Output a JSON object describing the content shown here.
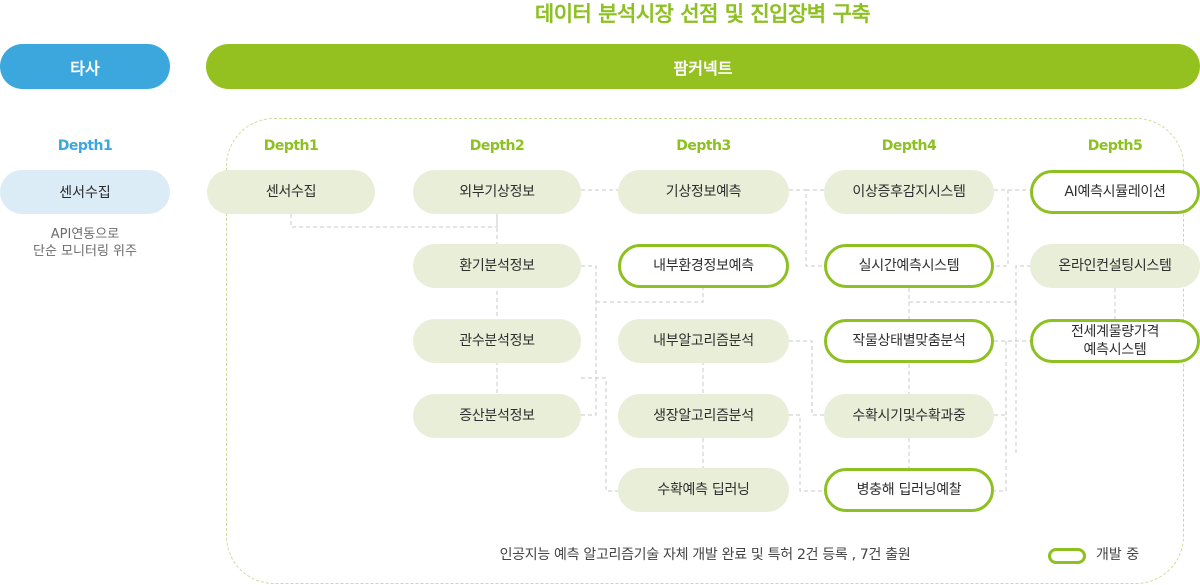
{
  "title": "데이터 분석시장 선점 및 진입장벽 구축",
  "left_header": "타사",
  "right_header": "팜커넥트",
  "left_column": {
    "depth_label": "Depth1",
    "item": "센서수집",
    "description_lines": [
      "API연동으로",
      "단순 모니터링 위주"
    ]
  },
  "depths": [
    "Depth1",
    "Depth2",
    "Depth3",
    "Depth4",
    "Depth5"
  ],
  "nodes": {
    "d1_sensor": "센서수집",
    "d2_weather_ext": "외부기상정보",
    "d2_env_analysis": "환기분석정보",
    "d2_irrigation": "관수분석정보",
    "d2_production": "증산분석정보",
    "d3_weather_forecast": "기상정보예측",
    "d3_internal_env": "내부환경정보예측",
    "d3_internal_algo": "내부알고리즘분석",
    "d3_growth_algo": "생장알고리즘분석",
    "d3_harvest_dl": "수확예측 딥러닝",
    "d4_anomaly": "이상증후감지시스템",
    "d4_realtime": "실시간예측시스템",
    "d4_crop_state": "작물상태별맞춤분석",
    "d4_harvest_time": "수확시기및수확과중",
    "d4_pest_dl": "병충해 딥러닝예찰",
    "d5_ai_sim": "AI예측시뮬레이션",
    "d5_online_consult": "온라인컨설팅시스템",
    "d5_price_line1": "전세계물량가격",
    "d5_price_line2": "예측시스템"
  },
  "footer_note": "인공지능 예측 알고리즘기술 자체 개발 완료 및 특허 2건 등록 , 7건 출원",
  "legend_label": "개발 중",
  "colors": {
    "blue": "#3ba7dd",
    "green": "#94c11f",
    "node_fill": "#e8eed8",
    "dev_border": "#8dc021"
  }
}
